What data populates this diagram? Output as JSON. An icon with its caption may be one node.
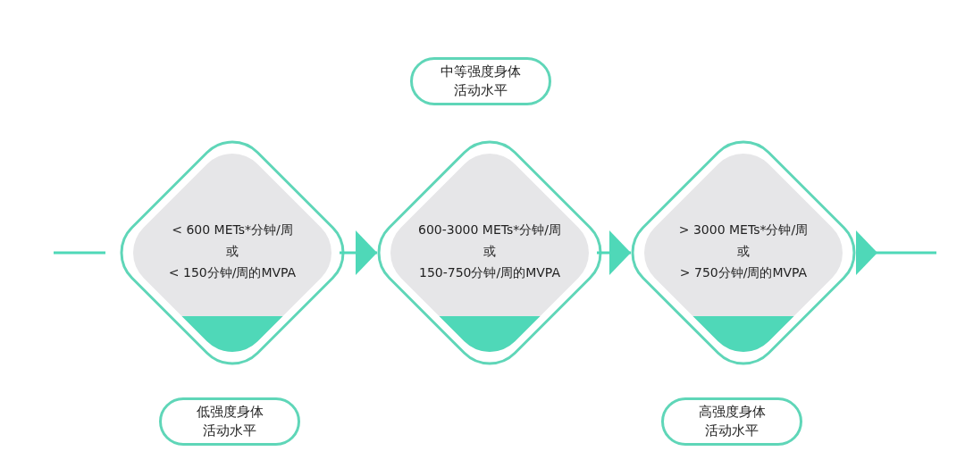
{
  "diagram": {
    "nodes": [
      {
        "text": [
          "中等强度身体活动水平"
        ]
      },
      {
        "text": [
          "< 600 METs*分钟/周",
          "或",
          "< 150分钟/周的MVPA"
        ]
      },
      {
        "text": [
          "600-3000 METs*分钟/周",
          "或",
          "150-750分钟/周的MVPA"
        ]
      },
      {
        "text": [
          "> 3000 METs*分钟/周",
          "或",
          "> 750分钟/周的MVPA"
        ]
      },
      {
        "text": [
          "低强度身体活动水平"
        ]
      },
      {
        "text": [
          "高强度身体活动水平"
        ]
      }
    ],
    "edges": [
      {
        "from": null,
        "to": 1,
        "arrow": "none"
      },
      {
        "from": 1,
        "to": 2,
        "arrow": "to"
      },
      {
        "from": 2,
        "to": 3,
        "arrow": "to"
      },
      {
        "from": 3,
        "to": null,
        "arrow": "to"
      }
    ]
  }
}
